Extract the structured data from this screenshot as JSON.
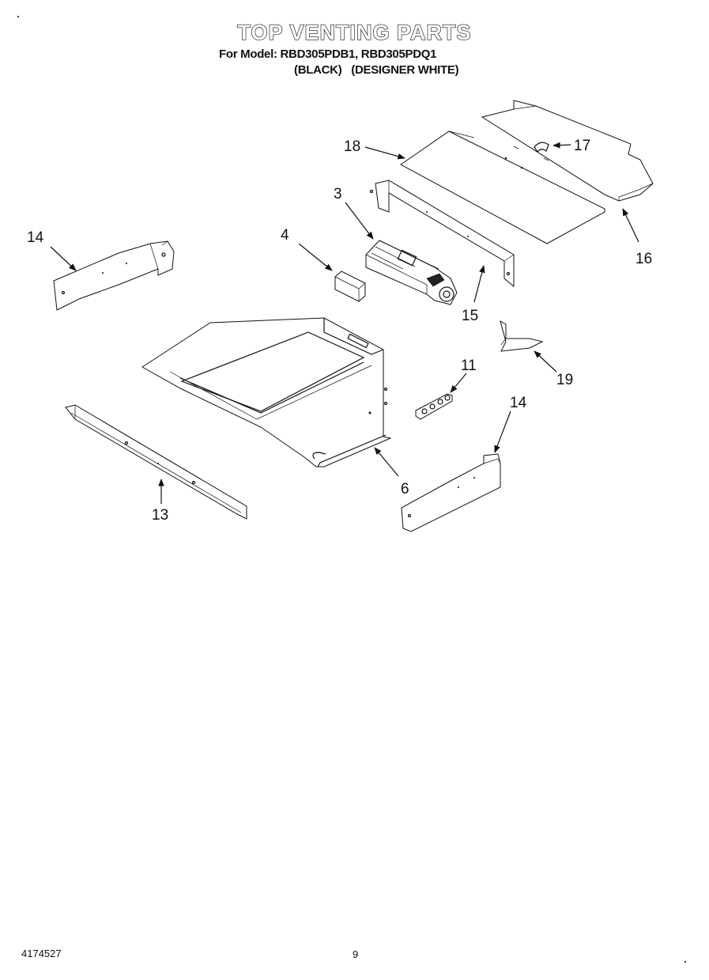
{
  "header": {
    "title": "TOP VENTING PARTS",
    "model_line": "For Model: RBD305PDB1, RBD305PDQ1",
    "colors": [
      "(BLACK)",
      "(DESIGNER WHITE)"
    ]
  },
  "callouts": [
    {
      "id": "c18",
      "label": "18"
    },
    {
      "id": "c17",
      "label": "17"
    },
    {
      "id": "c16",
      "label": "16"
    },
    {
      "id": "c3",
      "label": "3"
    },
    {
      "id": "c4",
      "label": "4"
    },
    {
      "id": "c14a",
      "label": "14"
    },
    {
      "id": "c15",
      "label": "15"
    },
    {
      "id": "c19",
      "label": "19"
    },
    {
      "id": "c11",
      "label": "11"
    },
    {
      "id": "c14b",
      "label": "14"
    },
    {
      "id": "c6",
      "label": "6"
    },
    {
      "id": "c13",
      "label": "13"
    }
  ],
  "footer": {
    "doc_number": "4174527",
    "page_number": "9"
  }
}
